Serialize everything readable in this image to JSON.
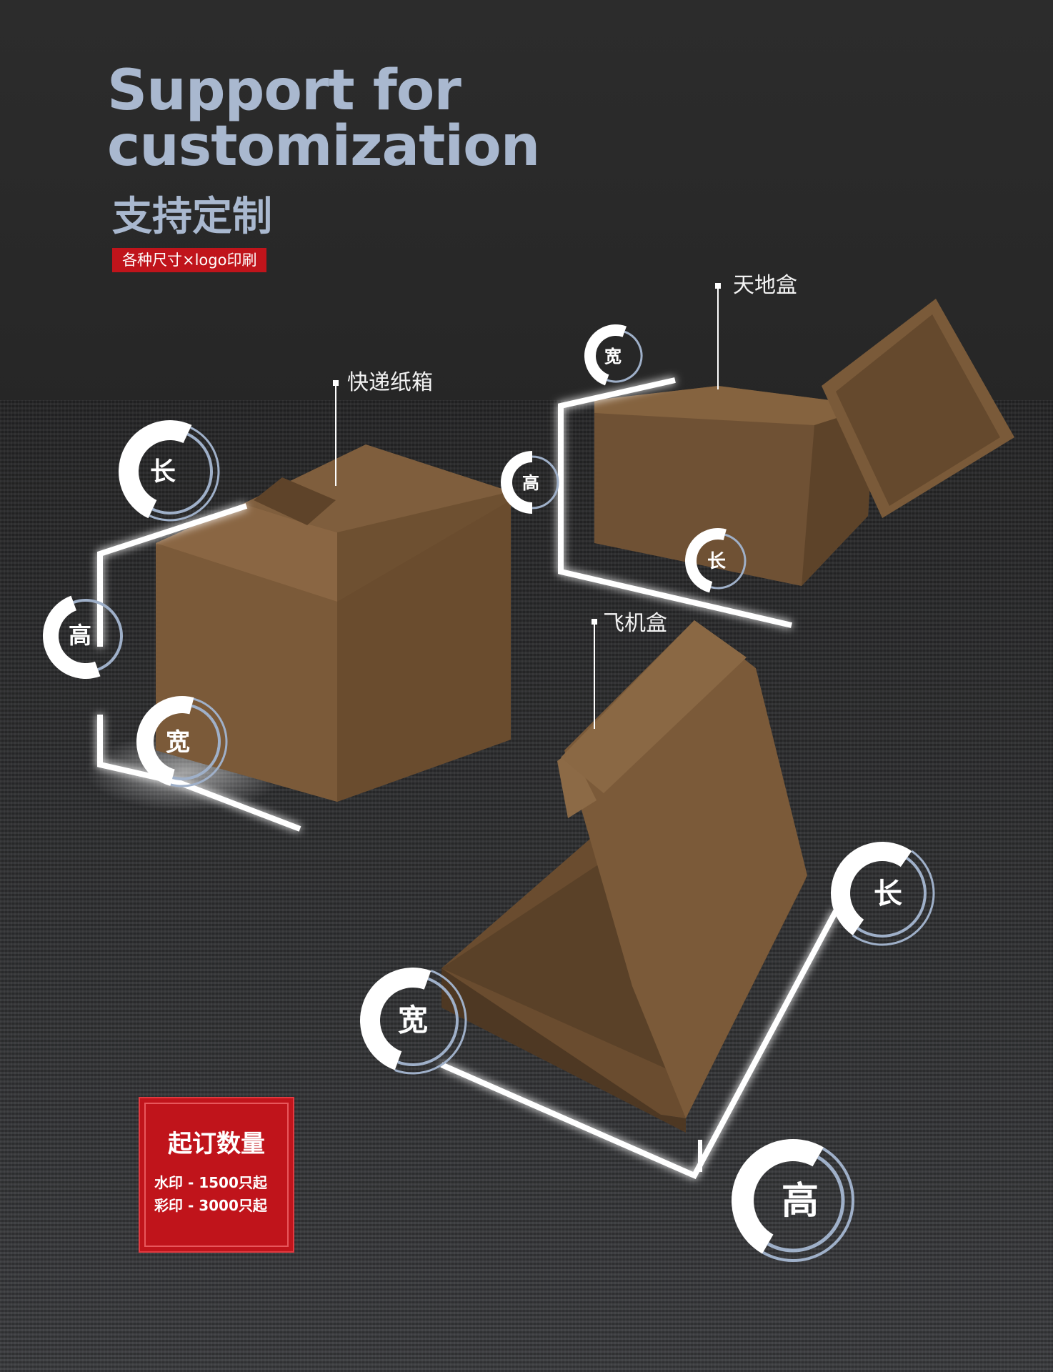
{
  "heading": {
    "title_line1": "Support for",
    "title_line2": "customization",
    "subtitle_cn": "支持定制",
    "tag": "各种尺寸×logo印刷"
  },
  "boxes": {
    "express": "快递纸箱",
    "lid_base": "天地盒",
    "airplane": "飞机盒"
  },
  "dimensions": {
    "length": "长",
    "width": "宽",
    "height": "高"
  },
  "moq": {
    "title": "起订数量",
    "line1": "水印 - 1500只起",
    "line2": "彩印 - 3000只起"
  },
  "colors": {
    "accent_red": "#c0141b",
    "title_blue": "#a9b8cf",
    "box_brown": "#7a5a3a"
  }
}
